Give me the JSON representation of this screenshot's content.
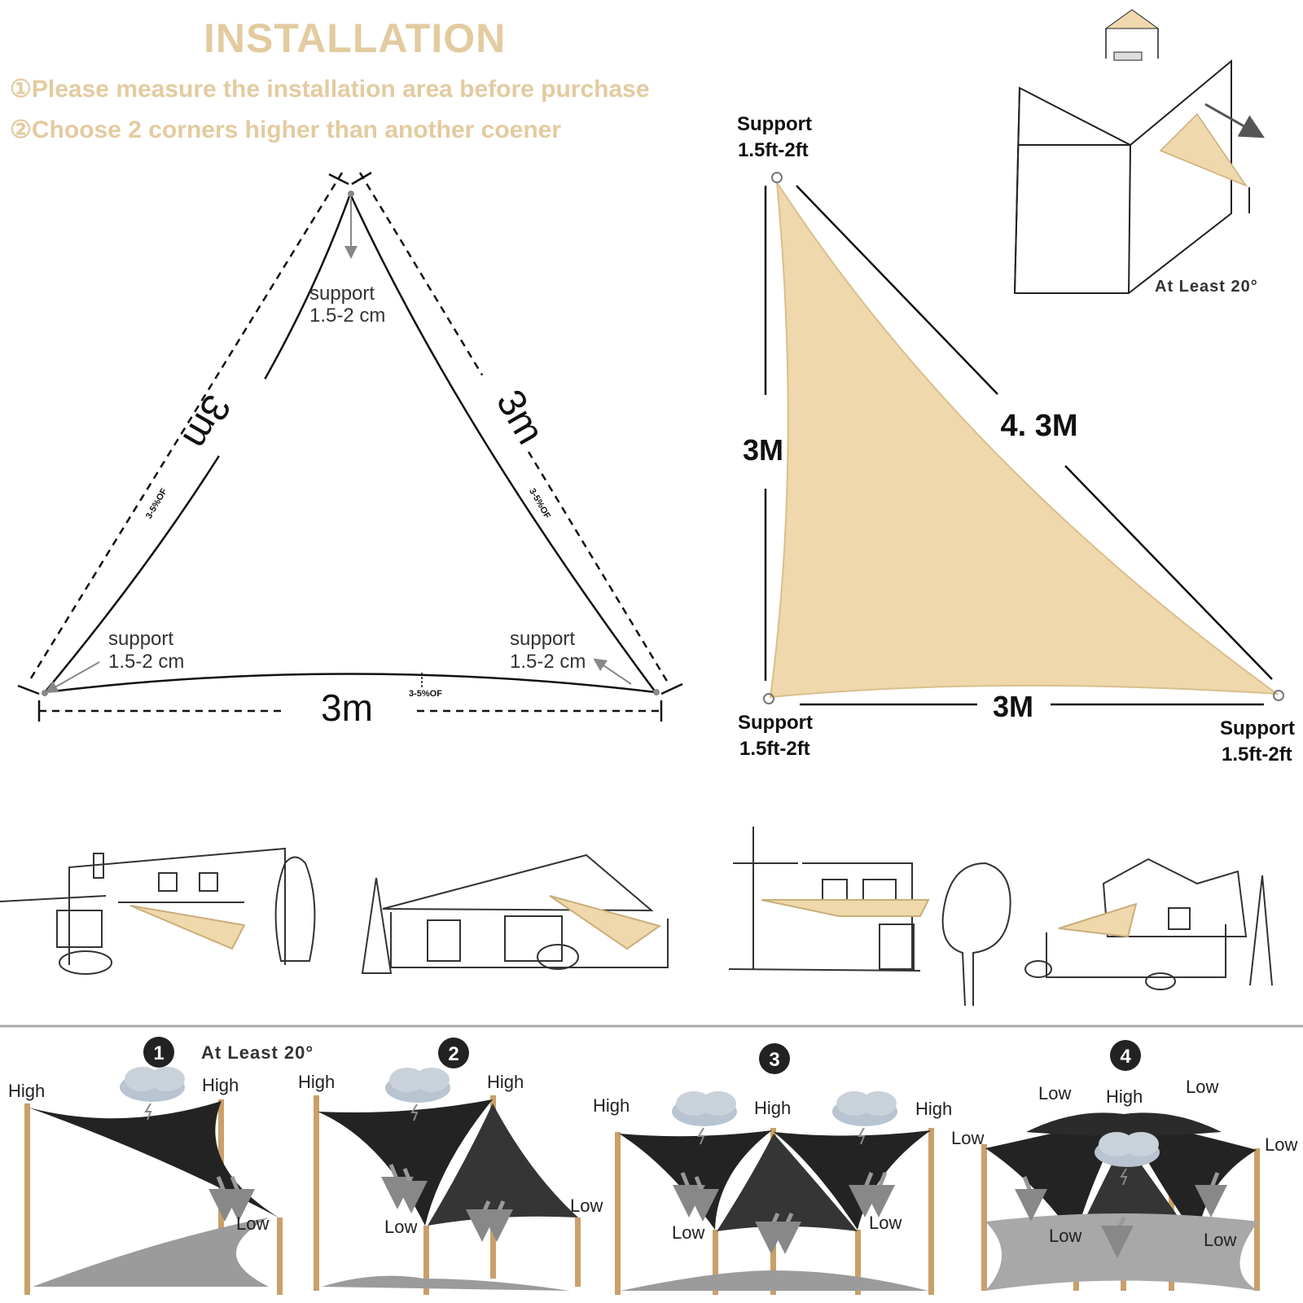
{
  "header": {
    "title": "INSTALLATION",
    "step1": "①Please measure the installation area before purchase",
    "step2": "②Choose 2 corners higher than another coener"
  },
  "equilateral": {
    "side_left": "3m",
    "side_right": "3m",
    "side_bottom": "3m",
    "sag": "3-5%OF",
    "support_word": "support",
    "support_dim": "1.5-2 cm"
  },
  "right_triangle": {
    "vertical_side": "3M",
    "bottom_side": "3M",
    "hypotenuse": "4. 3M",
    "support_word": "Support",
    "support_dim": "1.5ft-2ft"
  },
  "inset": {
    "angle_label": "At Least 20°"
  },
  "configs": {
    "angle_label": "At Least 20°",
    "numbers": [
      "1",
      "2",
      "3",
      "4"
    ],
    "high": "High",
    "low": "Low"
  },
  "colors": {
    "sail": "#efd8ab",
    "title": "#e3cba0",
    "shade_dark": "#232323",
    "post": "#c9a06a"
  }
}
